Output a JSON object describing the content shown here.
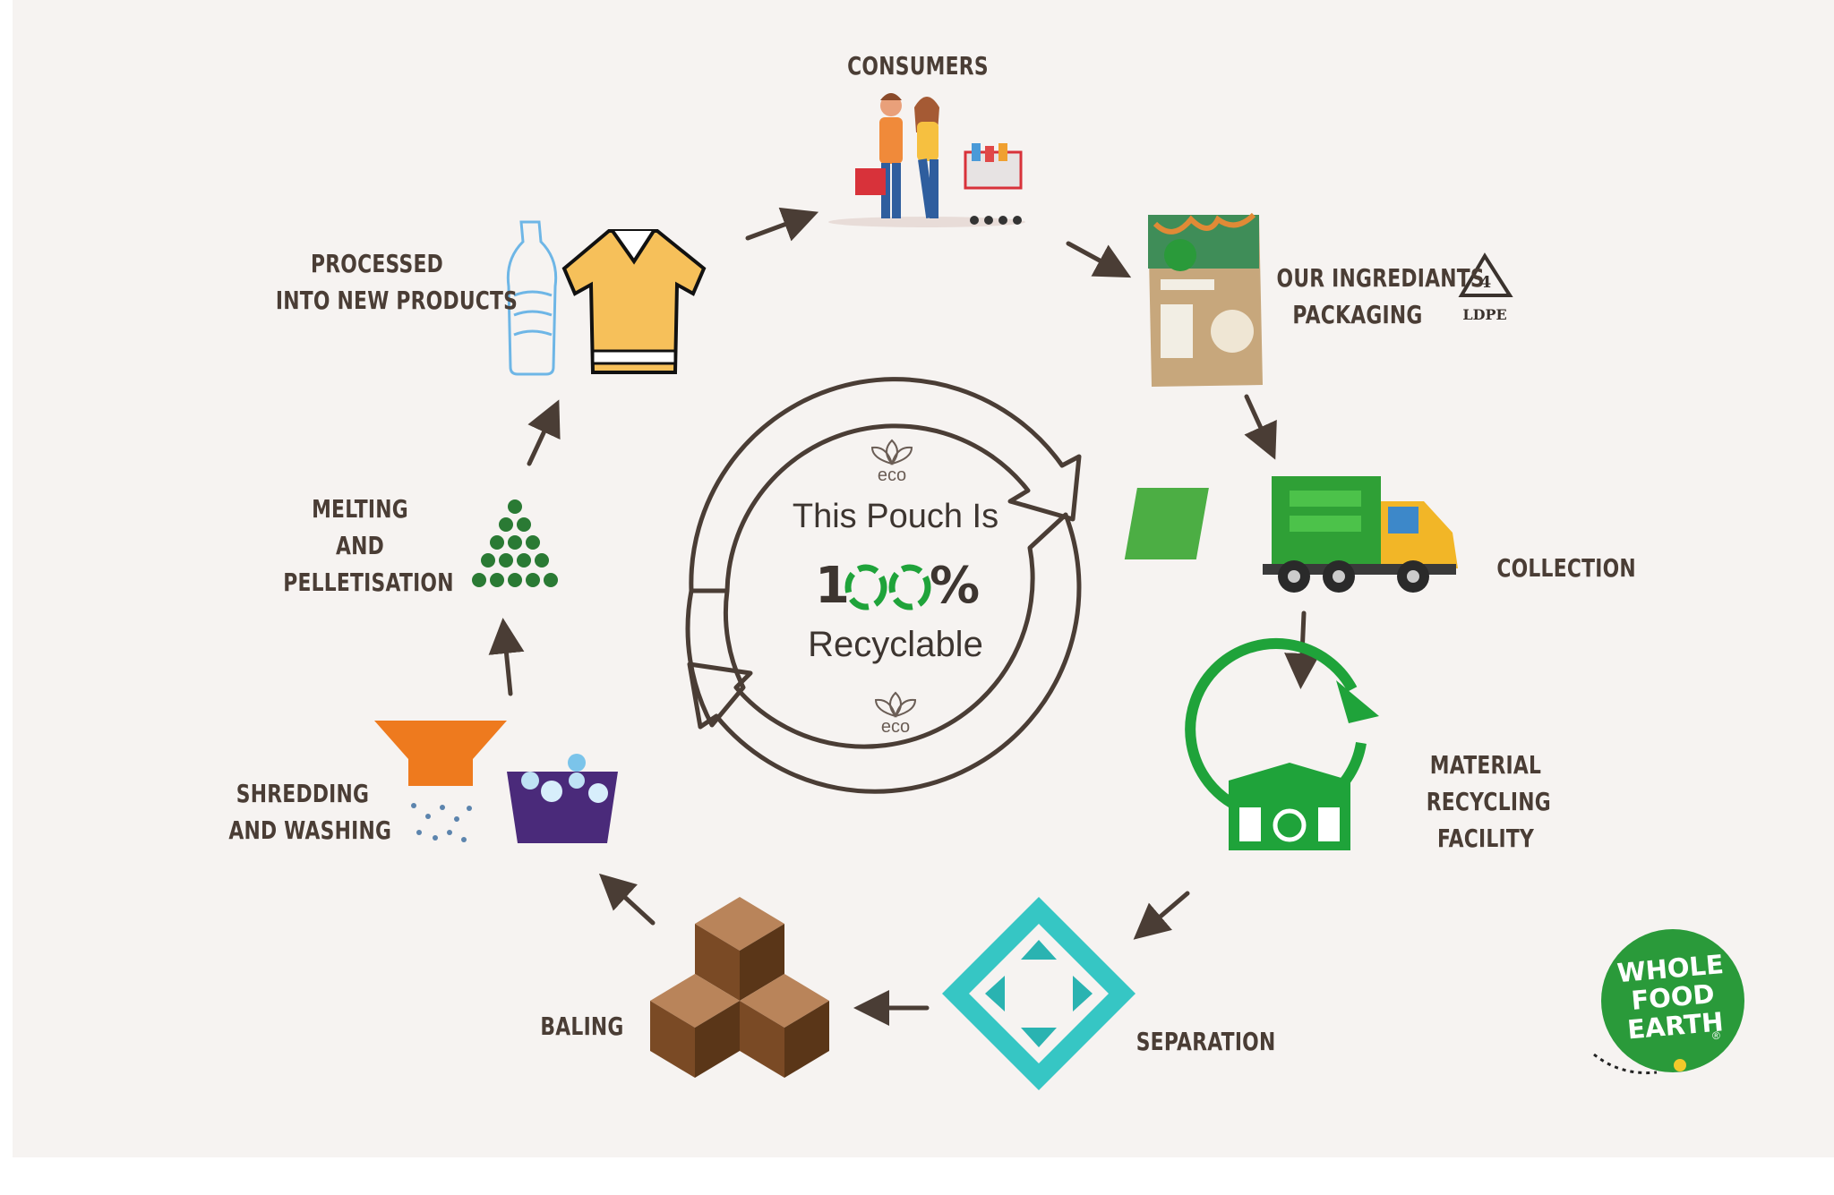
{
  "center": {
    "line1": "This Pouch Is",
    "percent_1": "1",
    "percent_sign": "%",
    "line3": "Recyclable",
    "eco_top": "eco",
    "eco_bottom": "eco"
  },
  "stages": [
    {
      "id": "consumers",
      "lines": [
        "CONSUMERS"
      ],
      "icon": "consumers-with-shopping-cart"
    },
    {
      "id": "packaging",
      "lines": [
        "OUR INGREDIANTS",
        "PACKAGING"
      ],
      "icon": "food-pouch"
    },
    {
      "id": "collection",
      "lines": [
        "COLLECTION"
      ],
      "icon": "garbage-truck"
    },
    {
      "id": "facility",
      "lines": [
        "MATERIAL",
        "RECYCLING",
        "FACILITY"
      ],
      "icon": "recycling-facility"
    },
    {
      "id": "separation",
      "lines": [
        "SEPARATION"
      ],
      "icon": "separation-arrows"
    },
    {
      "id": "baling",
      "lines": [
        "BALING"
      ],
      "icon": "bales"
    },
    {
      "id": "shredding",
      "lines": [
        "SHREDDING",
        "AND WASHING"
      ],
      "icon": "shredder-and-wash-tub"
    },
    {
      "id": "melting",
      "lines": [
        "MELTING",
        "AND",
        "PELLETISATION"
      ],
      "icon": "pellet-pyramid"
    },
    {
      "id": "processed",
      "lines": [
        "PROCESSED",
        "INTO NEW PRODUCTS"
      ],
      "icon": "bottle-and-shirt"
    }
  ],
  "ldpe_symbol": {
    "number": "4",
    "code": "LDPE"
  },
  "logo": {
    "lines": [
      "WHOLE",
      "FOOD",
      "EARTH"
    ],
    "registered": "®",
    "color": "#2a9a3a"
  },
  "colors": {
    "text": "#4a3d35",
    "arrows": "#4a3d35",
    "accent_green": "#1fa33a",
    "background": "#f6f3f1"
  }
}
